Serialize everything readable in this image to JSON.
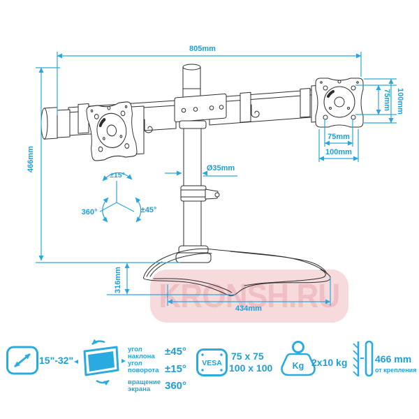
{
  "colors": {
    "accent_text": "#1d9ed9",
    "accent_line": "#2aa6de",
    "icon_blue": "#29abe2",
    "drawing_ink": "#2e2e2e",
    "watermark_bg": "#f7dbdc",
    "watermark_text": "#eec0c3"
  },
  "diagram": {
    "width": "805mm",
    "height": "466mm",
    "pole_diameter": "Ø35mm",
    "tilt": "±15°",
    "swivel": "360°",
    "rotate": "±45°",
    "vesa_v_75": "75mm",
    "vesa_v_100": "100mm",
    "vesa_h_75": "75mm",
    "vesa_h_100": "100mm",
    "base_depth": "316mm",
    "base_width": "434mm"
  },
  "watermark": "KRONSH.RU",
  "specs": {
    "screen_size": "15\"-32\"",
    "tilt": {
      "line1": "угол",
      "line2": "наклона",
      "value": "±45°"
    },
    "swivel": {
      "line1": "угол",
      "line2": "поворота",
      "value": "±15°"
    },
    "rotation": {
      "line1": "вращение",
      "line2": "экрана",
      "value": "360°"
    },
    "vesa": {
      "label": "VESA",
      "size1": "75 x 75",
      "size2": "100 x 100"
    },
    "weight": {
      "label": "Kg",
      "value": "2x10 kg"
    },
    "height": {
      "value": "466 mm",
      "note": "от крепления"
    }
  }
}
